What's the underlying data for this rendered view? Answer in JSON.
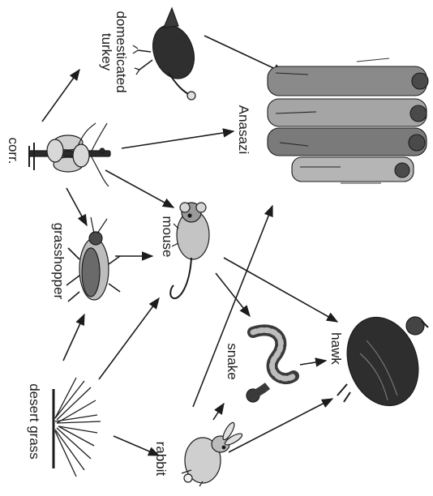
{
  "diagram": {
    "labels": {
      "corn": "corr.",
      "turkey": "domesticated\nturkey",
      "anasazi": "Anasazi",
      "grasshopper": "grasshopper",
      "mouse": "mouse",
      "desert_grass": "desert grass",
      "snake": "snake",
      "hawk": "hawk",
      "rabbit": "rabbit"
    },
    "ink_color": "#1c1c1c",
    "arrows": [
      {
        "from": "corn",
        "to": "turkey"
      },
      {
        "from": "corn",
        "to": "anasazi"
      },
      {
        "from": "corn",
        "to": "mouse"
      },
      {
        "from": "corn",
        "to": "grasshopper"
      },
      {
        "from": "turkey",
        "to": "anasazi"
      },
      {
        "from": "grasshopper",
        "to": "mouse"
      },
      {
        "from": "desert_grass",
        "to": "grasshopper"
      },
      {
        "from": "desert_grass",
        "to": "mouse"
      },
      {
        "from": "desert_grass",
        "to": "rabbit"
      },
      {
        "from": "mouse",
        "to": "snake"
      },
      {
        "from": "mouse",
        "to": "hawk"
      },
      {
        "from": "rabbit",
        "to": "anasazi"
      },
      {
        "from": "rabbit",
        "to": "hawk"
      },
      {
        "from": "rabbit",
        "to": "snake"
      },
      {
        "from": "snake",
        "to": "hawk"
      }
    ]
  }
}
